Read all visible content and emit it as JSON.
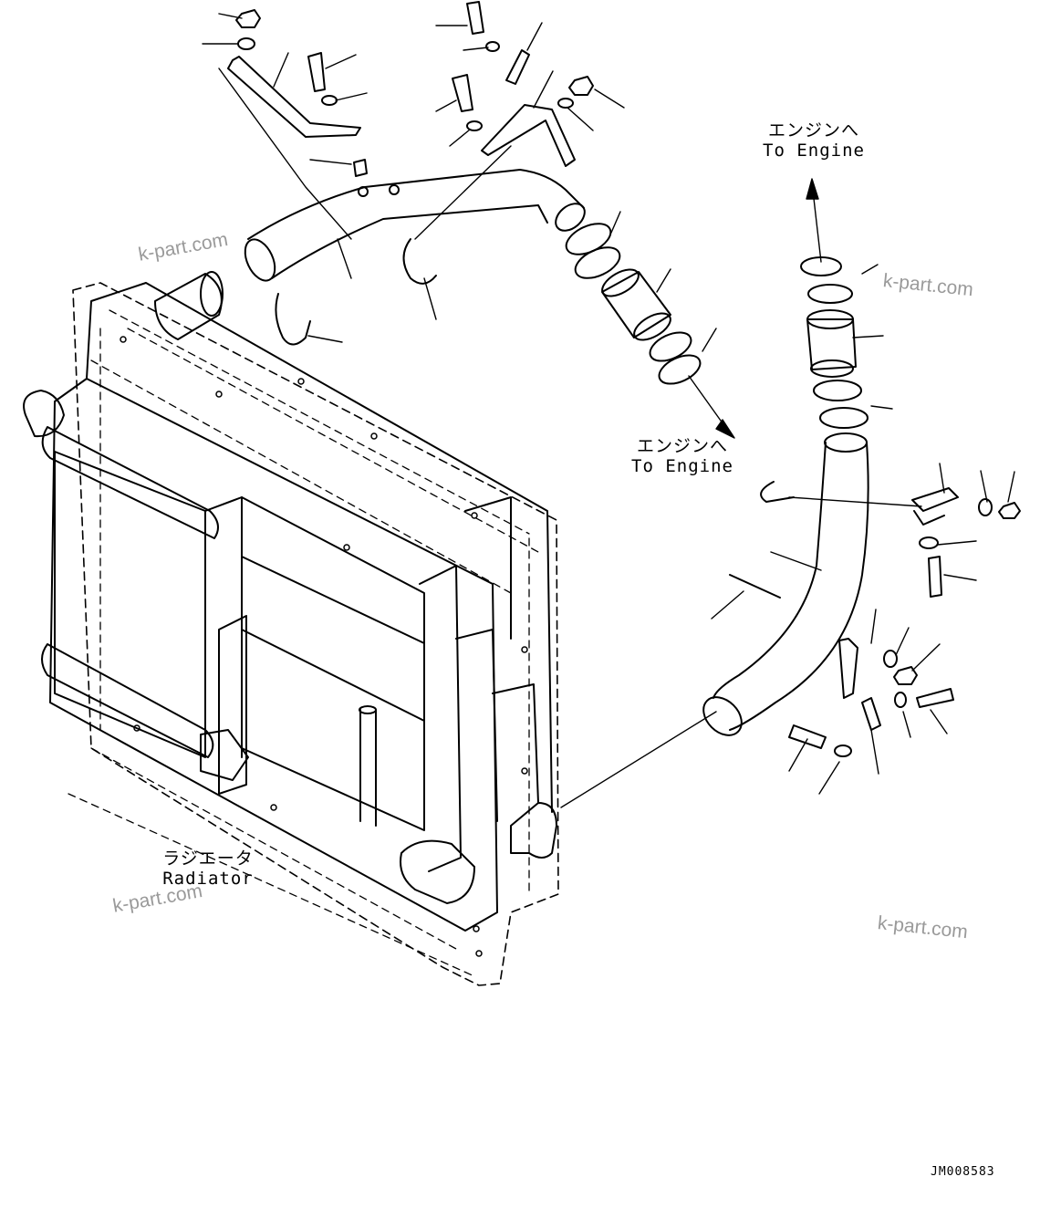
{
  "labels": {
    "engine_top_jp": "エンジンへ",
    "engine_top_en": "To Engine",
    "engine_mid_jp": "エンジンへ",
    "engine_mid_en": "To Engine",
    "radiator_jp": "ラジエータ",
    "radiator_en": "Radiator"
  },
  "watermarks": [
    "k-part.com",
    "k-part.com",
    "k-part.com",
    "k-part.com"
  ],
  "drawing_code": "JM008583",
  "colors": {
    "line": "#000000",
    "watermark": "#9a9a9a",
    "background": "#ffffff"
  }
}
